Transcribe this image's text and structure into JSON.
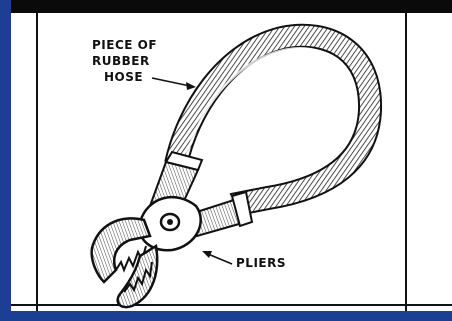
{
  "labels": {
    "hose_line1": "PIECE OF",
    "hose_line2": "RUBBER",
    "hose_line3": "HOSE",
    "pliers": "PLIERS"
  },
  "colors": {
    "border_blue": "#1c3f94",
    "top_black": "#0a0a0a",
    "ink": "#111111",
    "paper": "#ffffff"
  }
}
